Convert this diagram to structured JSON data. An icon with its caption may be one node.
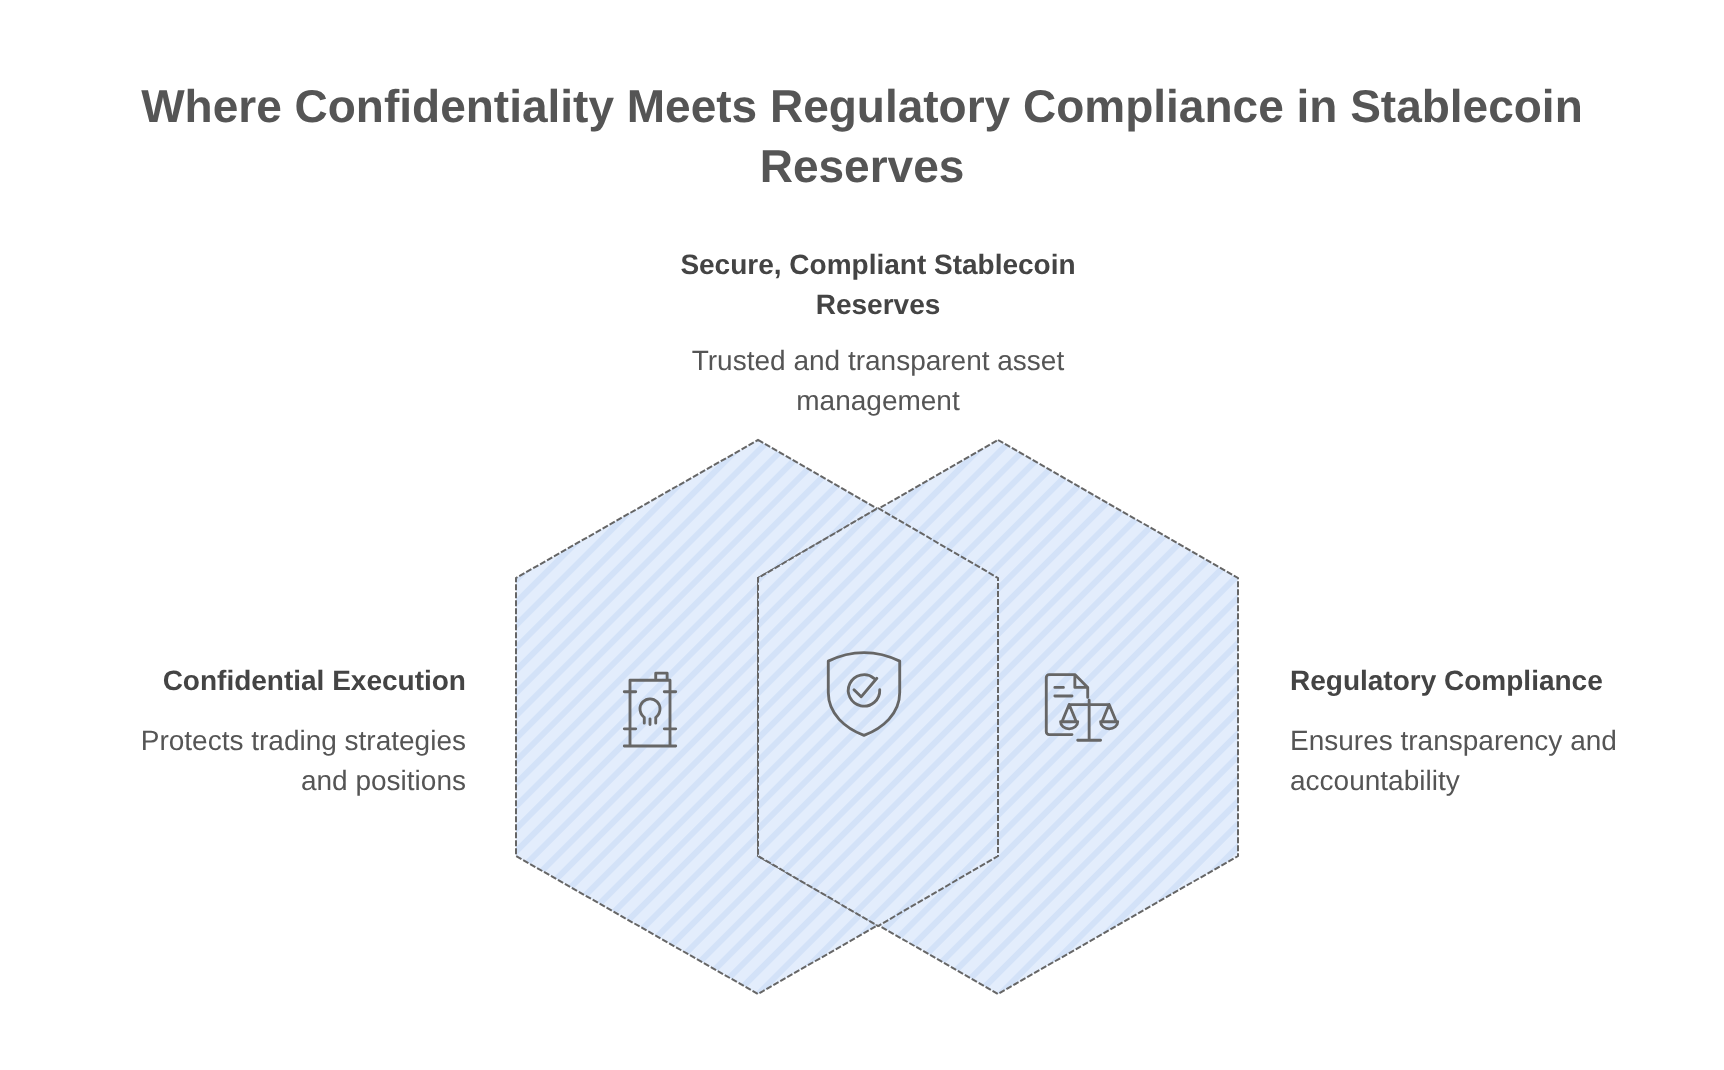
{
  "diagram": {
    "title": "Where Confidentiality Meets Regulatory Compliance in Stablecoin Reserves",
    "nodes": [
      {
        "text": [],
        "shape": "hexagon",
        "beside": [
          "Secure, Compliant Stablecoin Reserves",
          "Trusted and transparent asset management"
        ]
      },
      {
        "text": [
          "Confidential Execution",
          "Protects trading strategies and positions"
        ]
      },
      {
        "text": [
          "Regulatory Compliance",
          "Ensures transparency and accountability"
        ]
      }
    ],
    "edges": []
  }
}
